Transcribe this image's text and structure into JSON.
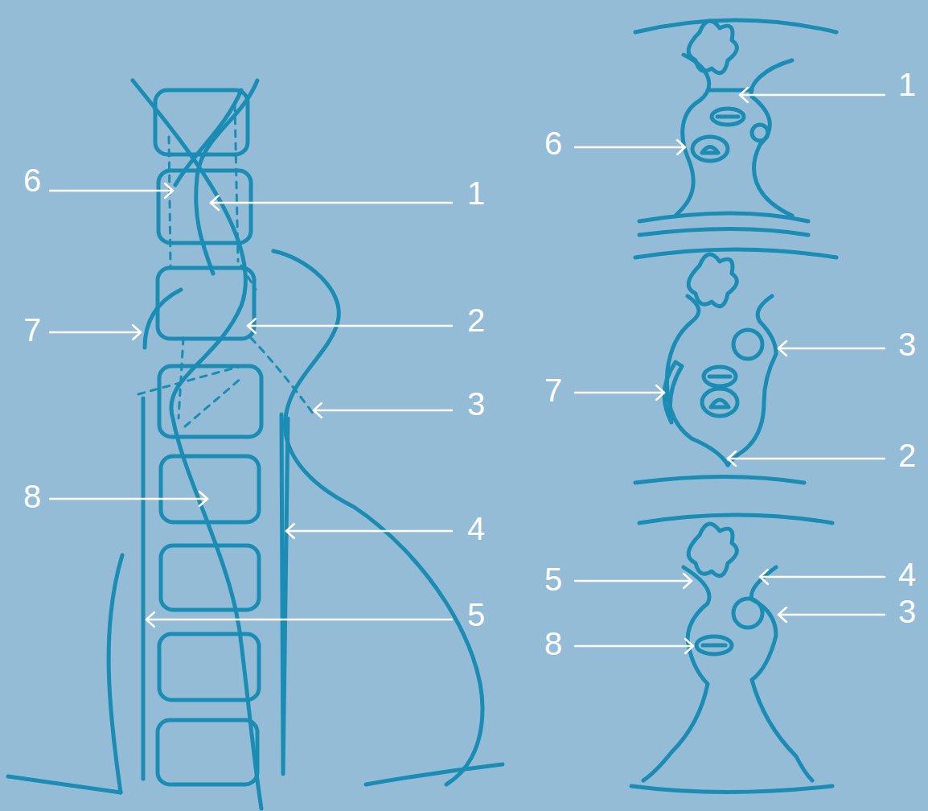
{
  "diagram": {
    "labels": [
      "6",
      "1",
      "7",
      "2",
      "3",
      "8",
      "4",
      "5",
      "1",
      "6",
      "3",
      "7",
      "2",
      "5",
      "4",
      "3",
      "8"
    ]
  }
}
